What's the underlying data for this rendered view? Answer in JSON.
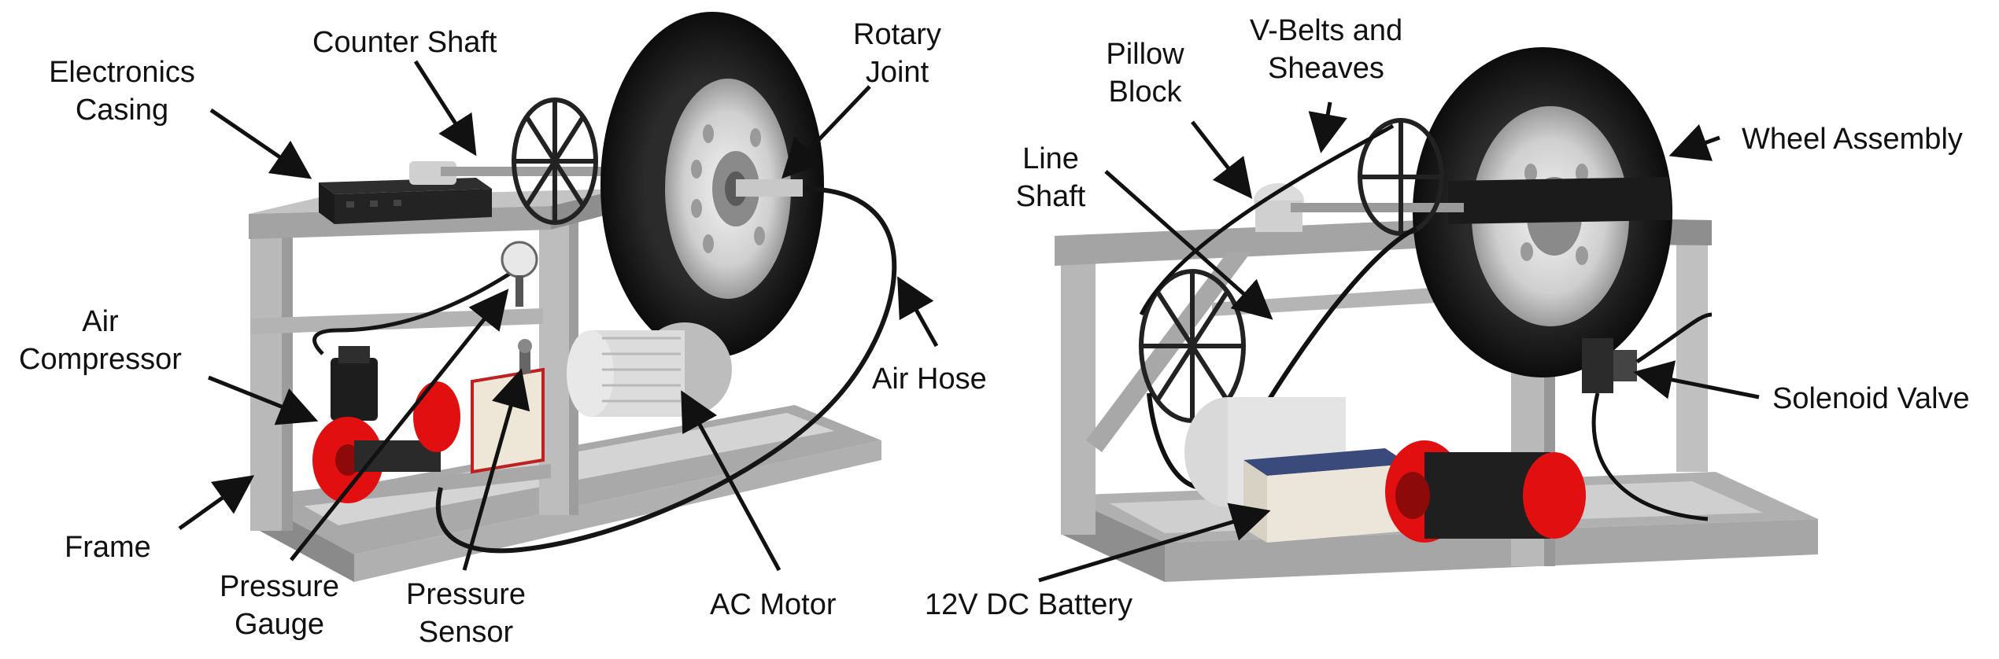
{
  "labels": {
    "electronics_casing": "Electronics\nCasing",
    "counter_shaft": "Counter Shaft",
    "rotary_joint": "Rotary\nJoint",
    "air_compressor": "Air\nCompressor",
    "air_hose": "Air Hose",
    "frame": "Frame",
    "pressure_gauge": "Pressure\nGauge",
    "pressure_sensor": "Pressure\nSensor",
    "ac_motor": "AC Motor",
    "pillow_block": "Pillow\nBlock",
    "vbelts_sheaves": "V-Belts and\nSheaves",
    "wheel_assembly": "Wheel Assembly",
    "line_shaft": "Line\nShaft",
    "solenoid_valve": "Solenoid Valve",
    "battery": "12V DC Battery"
  },
  "colors": {
    "frame": "#b9b9b9",
    "frame_dark": "#8f8f8f",
    "tire": "#1a1a1a",
    "rim": "#d9d9d9",
    "compressor_red": "#e10f0f",
    "motor": "#d6d6d6",
    "battery": "#ece6da"
  }
}
